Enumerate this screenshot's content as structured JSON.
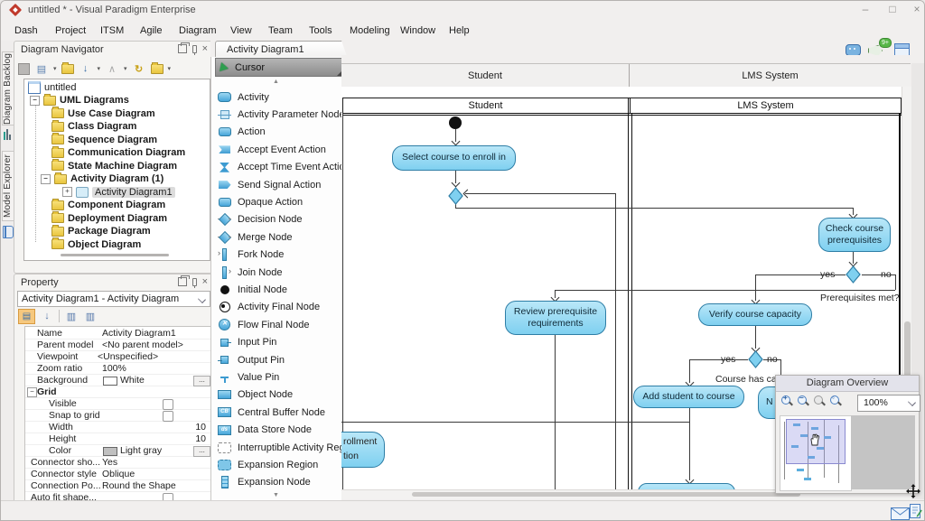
{
  "window": {
    "title": "untitled * - Visual Paradigm Enterprise",
    "minimize": "–",
    "maximize": "□",
    "close": "×"
  },
  "menu": {
    "items": [
      "Dash",
      "Project",
      "ITSM",
      "Agile",
      "Diagram",
      "View",
      "Team",
      "Tools",
      "Modeling",
      "Window",
      "Help"
    ]
  },
  "side_tabs": {
    "backlog": "Diagram Backlog",
    "explorer": "Model Explorer"
  },
  "topbar": {
    "badge": "9+"
  },
  "navigator": {
    "title": "Diagram Navigator",
    "root_label": "untitled",
    "folder_label": "UML Diagrams",
    "collapse_glyph": "−",
    "expand_glyph": "+",
    "items": [
      "Use Case Diagram",
      "Class Diagram",
      "Sequence Diagram",
      "Communication Diagram",
      "State Machine Diagram",
      "Activity Diagram (1)",
      "Activity Diagram1",
      "Component Diagram",
      "Deployment Diagram",
      "Package Diagram",
      "Object Diagram"
    ]
  },
  "property": {
    "title": "Property",
    "selector": "Activity Diagram1 - Activity Diagram",
    "more_label": "...",
    "rows": [
      {
        "label": "Name",
        "value": "Activity Diagram1"
      },
      {
        "label": "Parent model",
        "value": "<No parent model>"
      },
      {
        "label": "Viewpoint",
        "value": "<Unspecified>"
      },
      {
        "label": "Zoom ratio",
        "value": "100%"
      },
      {
        "label": "Background",
        "value": "White"
      },
      {
        "label": "Grid"
      },
      {
        "label": "Visible"
      },
      {
        "label": "Snap to grid"
      },
      {
        "label": "Width",
        "value": "10"
      },
      {
        "label": "Height",
        "value": "10"
      },
      {
        "label": "Color",
        "value": "Light gray"
      },
      {
        "label": "Connector sho...",
        "value": "Yes"
      },
      {
        "label": "Connector style",
        "value": "Oblique"
      },
      {
        "label": "Connection Po...",
        "value": "Round the Shape"
      },
      {
        "label": "Auto fit shape..."
      }
    ]
  },
  "palette": {
    "tab": "Activity Diagram1",
    "cursor_label": "Cursor",
    "scroll_up": "▲",
    "scroll_down": "▼",
    "buffer_glyph": "CB",
    "datastore_glyph": "ds",
    "items": [
      {
        "label": "Activity",
        "icon": "activity"
      },
      {
        "label": "Activity Parameter Node",
        "icon": "parameter-node"
      },
      {
        "label": "Action",
        "icon": "action"
      },
      {
        "label": "Accept Event Action",
        "icon": "accept-event"
      },
      {
        "label": "Accept Time Event Action",
        "icon": "accept-time"
      },
      {
        "label": "Send Signal Action",
        "icon": "send-signal"
      },
      {
        "label": "Opaque Action",
        "icon": "opaque-action"
      },
      {
        "label": "Decision Node",
        "icon": "decision"
      },
      {
        "label": "Merge Node",
        "icon": "merge"
      },
      {
        "label": "Fork Node",
        "icon": "fork"
      },
      {
        "label": "Join Node",
        "icon": "join"
      },
      {
        "label": "Initial Node",
        "icon": "initial"
      },
      {
        "label": "Activity Final Node",
        "icon": "activity-final"
      },
      {
        "label": "Flow Final Node",
        "icon": "flow-final"
      },
      {
        "label": "Input Pin",
        "icon": "input-pin"
      },
      {
        "label": "Output Pin",
        "icon": "output-pin"
      },
      {
        "label": "Value Pin",
        "icon": "value-pin"
      },
      {
        "label": "Object Node",
        "icon": "object-node"
      },
      {
        "label": "Central Buffer Node",
        "icon": "central-buffer"
      },
      {
        "label": "Data Store Node",
        "icon": "data-store"
      },
      {
        "label": "Interruptible Activity Region",
        "icon": "interruptible-region"
      },
      {
        "label": "Expansion Region",
        "icon": "expansion-region"
      },
      {
        "label": "Expansion Node",
        "icon": "expansion-node"
      }
    ]
  },
  "canvas": {
    "header_lanes": [
      "Student",
      "LMS System"
    ],
    "lanes": [
      "Student",
      "LMS System"
    ],
    "nodes": {
      "select_course": "Select course to enroll in",
      "check_prerequisites": "Check course prerequisites",
      "review_prerequisites": "Review prerequisite requirements",
      "verify_capacity": "Verify course capacity",
      "add_student": "Add student to course",
      "notify_fragment": "N",
      "enrollment_fragment_top": "rollment",
      "enrollment_fragment_bottom": "tion"
    },
    "labels": {
      "yes_top": "yes",
      "no_top": "no",
      "prereq_question": "Prerequisites met?",
      "yes_bottom": "yes",
      "no_bottom": "no",
      "capacity_question": "Course has capa"
    }
  },
  "overview": {
    "title": "Diagram Overview",
    "zoom_value": "100%"
  }
}
